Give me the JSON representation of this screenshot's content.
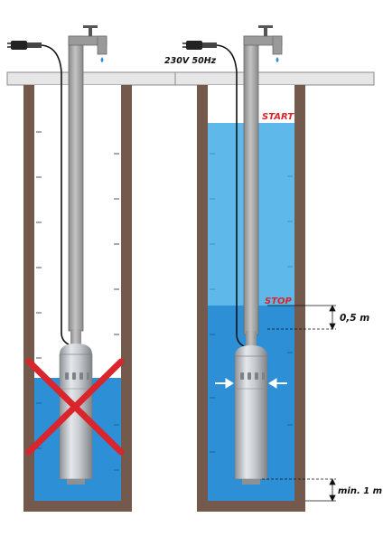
{
  "labels": {
    "voltage": "230V 50Hz",
    "start": "START",
    "stop": "STOP",
    "gap": "0,5 m",
    "min_depth": "min. 1 m"
  },
  "colors": {
    "well_wall": "#745a4d",
    "ground_slab": "#e8e8e8",
    "water_upper": "#5eb9ea",
    "water_lower": "#2d8fd6",
    "pipe": "#9a9a9a",
    "pump_body": "#c8ccd0",
    "cross": "#d9252b",
    "start_stop_text": "#d9252b",
    "dim_text": "#111111"
  },
  "icons": [
    "power-plug-icon",
    "water-tap-icon",
    "water-drop-icon",
    "wrong-cross-icon",
    "inflow-arrow-icon"
  ]
}
